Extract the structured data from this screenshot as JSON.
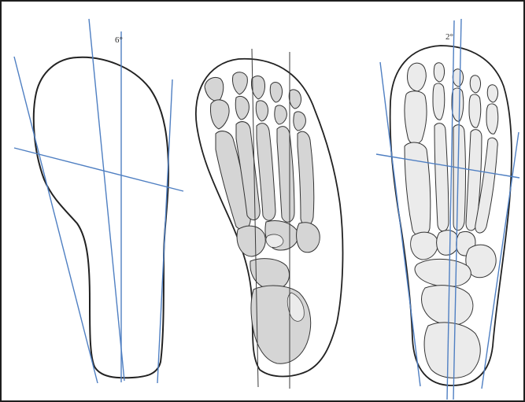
{
  "figure": {
    "panels": [
      {
        "name": "footprint-outline",
        "angle_label": "6°"
      },
      {
        "name": "foot-skeleton-lateral",
        "angle_label": ""
      },
      {
        "name": "foot-skeleton-dorsal",
        "angle_label": "2°"
      }
    ],
    "colors": {
      "outline": "#222222",
      "axis_line": "#4f7fc2",
      "bone_fill": "#d5d5d5",
      "bone_light": "#ebebeb",
      "frame": "#1e1e1e"
    }
  }
}
